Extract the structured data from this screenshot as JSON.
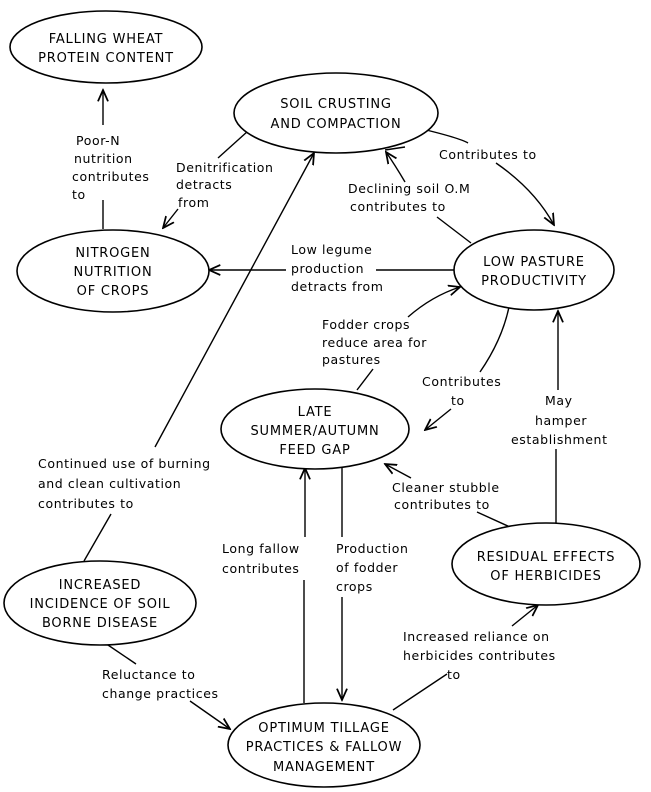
{
  "nodes": {
    "falling_wheat": {
      "lines": [
        "FALLING WHEAT",
        "PROTEIN CONTENT"
      ]
    },
    "soil_crusting": {
      "lines": [
        "SOIL CRUSTING",
        "AND COMPACTION"
      ]
    },
    "nitrogen": {
      "lines": [
        "NITROGEN",
        "NUTRITION",
        "OF CROPS"
      ]
    },
    "low_pasture": {
      "lines": [
        "LOW PASTURE",
        "PRODUCTIVITY"
      ]
    },
    "feed_gap": {
      "lines": [
        "LATE",
        "SUMMER/AUTUMN",
        "FEED GAP"
      ]
    },
    "soil_disease": {
      "lines": [
        "INCREASED",
        "INCIDENCE OF SOIL",
        "BORNE DISEASE"
      ]
    },
    "herbicides": {
      "lines": [
        "RESIDUAL EFFECTS",
        "OF HERBICIDES"
      ]
    },
    "tillage": {
      "lines": [
        "OPTIMUM TILLAGE",
        "PRACTICES & FALLOW",
        "MANAGEMENT"
      ]
    }
  },
  "edges": [
    {
      "id": "poor_n",
      "from": "nitrogen",
      "to": "falling_wheat",
      "label": [
        "Poor-N",
        "nutrition",
        "contributes",
        "to"
      ]
    },
    {
      "id": "denitrification",
      "from": "soil_crusting",
      "to": "nitrogen",
      "label": [
        "Denitrification",
        "detracts",
        "from"
      ]
    },
    {
      "id": "contributes_pasture",
      "from": "soil_crusting",
      "to": "low_pasture",
      "label": [
        "Contributes to"
      ]
    },
    {
      "id": "declining_om",
      "from": "low_pasture",
      "to": "soil_crusting",
      "label": [
        "Declining soil O.M",
        "contributes to"
      ]
    },
    {
      "id": "low_legume",
      "from": "low_pasture",
      "to": "nitrogen",
      "label": [
        "Low legume",
        "production",
        "detracts from"
      ]
    },
    {
      "id": "fodder_reduce",
      "from": "feed_gap",
      "to": "low_pasture",
      "label": [
        "Fodder crops",
        "reduce area for",
        "pastures"
      ]
    },
    {
      "id": "contributes_gap",
      "from": "low_pasture",
      "to": "feed_gap",
      "label": [
        "Contributes",
        "to"
      ]
    },
    {
      "id": "may_hamper",
      "from": "herbicides",
      "to": "low_pasture",
      "label": [
        "May",
        "hamper",
        "establishment"
      ]
    },
    {
      "id": "cleaner_stubble",
      "from": "herbicides",
      "to": "feed_gap",
      "label": [
        "Cleaner stubble",
        "contributes to"
      ]
    },
    {
      "id": "burning",
      "from": "soil_disease",
      "to": "soil_crusting",
      "label": [
        "Continued use of burning",
        "and clean cultivation",
        "contributes to"
      ]
    },
    {
      "id": "long_fallow",
      "from": "tillage",
      "to": "feed_gap",
      "label": [
        "Long fallow",
        "contributes"
      ]
    },
    {
      "id": "fodder_production",
      "from": "feed_gap",
      "to": "tillage",
      "label": [
        "Production",
        "of fodder",
        "crops"
      ]
    },
    {
      "id": "reluctance",
      "from": "soil_disease",
      "to": "tillage",
      "label": [
        "Reluctance to",
        "change practices"
      ]
    },
    {
      "id": "reliance_herbicides",
      "from": "tillage",
      "to": "herbicides",
      "label": [
        "Increased reliance on",
        "herbicides contributes",
        "to"
      ]
    }
  ]
}
